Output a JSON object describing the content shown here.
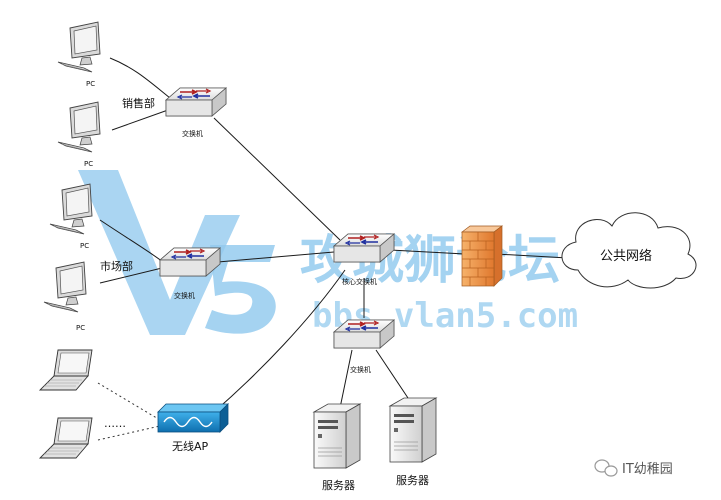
{
  "nodes": {
    "pc1": "PC",
    "pc2": "PC",
    "pc3": "PC",
    "pc4": "PC",
    "sales_dept": "销售部",
    "market_dept": "市场部",
    "switch_sales": "交换机",
    "switch_market": "交换机",
    "switch_core": "核心交换机",
    "switch_server": "交换机",
    "wireless_ap": "无线AP",
    "public_net": "公共网络",
    "server1": "服务器",
    "server2": "服务器",
    "laptop_ellipsis": "……"
  },
  "watermark": {
    "title": "攻城狮论坛",
    "url": "bbs.vlan5.com",
    "logo_text": "V5"
  },
  "badge": {
    "text": "IT幼稚园"
  },
  "colors": {
    "line": "#1a1a1a",
    "switch_top": "#f4f4f4",
    "watermark": "#3da0e0",
    "ap": "#1a8fd0",
    "firewall": "#f0a050"
  }
}
